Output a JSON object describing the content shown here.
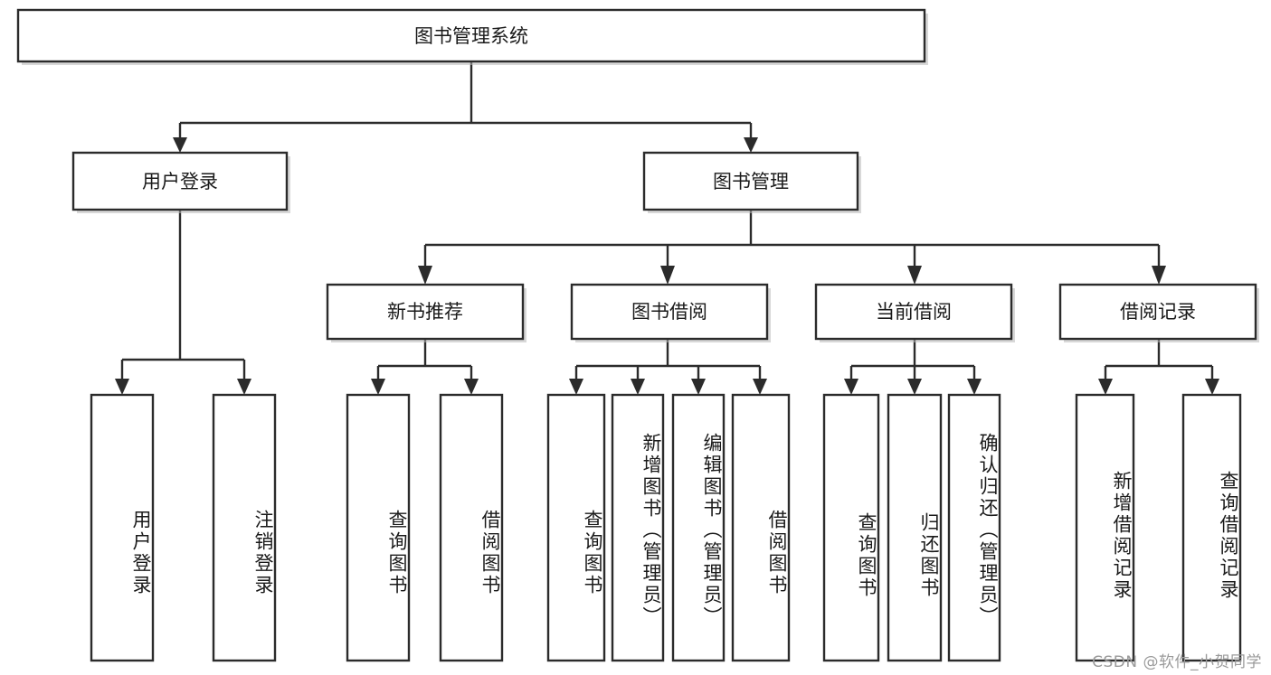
{
  "diagram": {
    "type": "tree",
    "title": "图书管理系统",
    "orientation": "top-down",
    "colors": {
      "box_fill": "#ffffff",
      "box_stroke": "#2b2b2b",
      "text": "#1a1a1a",
      "background": "#ffffff",
      "watermark": "#9a9a9a"
    },
    "root": {
      "label": "图书管理系统",
      "text_direction": "horizontal"
    },
    "level2": [
      {
        "label": "用户登录",
        "text_direction": "horizontal"
      },
      {
        "label": "图书管理",
        "text_direction": "horizontal"
      }
    ],
    "level3": [
      {
        "label": "新书推荐",
        "text_direction": "horizontal"
      },
      {
        "label": "图书借阅",
        "text_direction": "horizontal"
      },
      {
        "label": "当前借阅",
        "text_direction": "horizontal"
      },
      {
        "label": "借阅记录",
        "text_direction": "horizontal"
      }
    ],
    "leaves": {
      "user_login": [
        {
          "label": "用户登录",
          "text_direction": "vertical"
        },
        {
          "label": "注销登录",
          "text_direction": "vertical"
        }
      ],
      "new_book_recommend": [
        {
          "label": "查询图书",
          "text_direction": "vertical"
        },
        {
          "label": "借阅图书",
          "text_direction": "vertical"
        }
      ],
      "book_borrow": [
        {
          "label": "查询图书",
          "text_direction": "vertical"
        },
        {
          "label": "新增图书（管理员）",
          "text_direction": "vertical"
        },
        {
          "label": "编辑图书（管理员）",
          "text_direction": "vertical"
        },
        {
          "label": "借阅图书",
          "text_direction": "vertical"
        }
      ],
      "current_borrow": [
        {
          "label": "查询图书",
          "text_direction": "vertical"
        },
        {
          "label": "归还图书",
          "text_direction": "vertical"
        },
        {
          "label": "确认归还（管理员）",
          "text_direction": "vertical"
        }
      ],
      "borrow_record": [
        {
          "label": "新增借阅记录",
          "text_direction": "vertical"
        },
        {
          "label": "查询借阅记录",
          "text_direction": "vertical"
        }
      ]
    },
    "watermark": "CSDN @软件_小贺同学"
  }
}
